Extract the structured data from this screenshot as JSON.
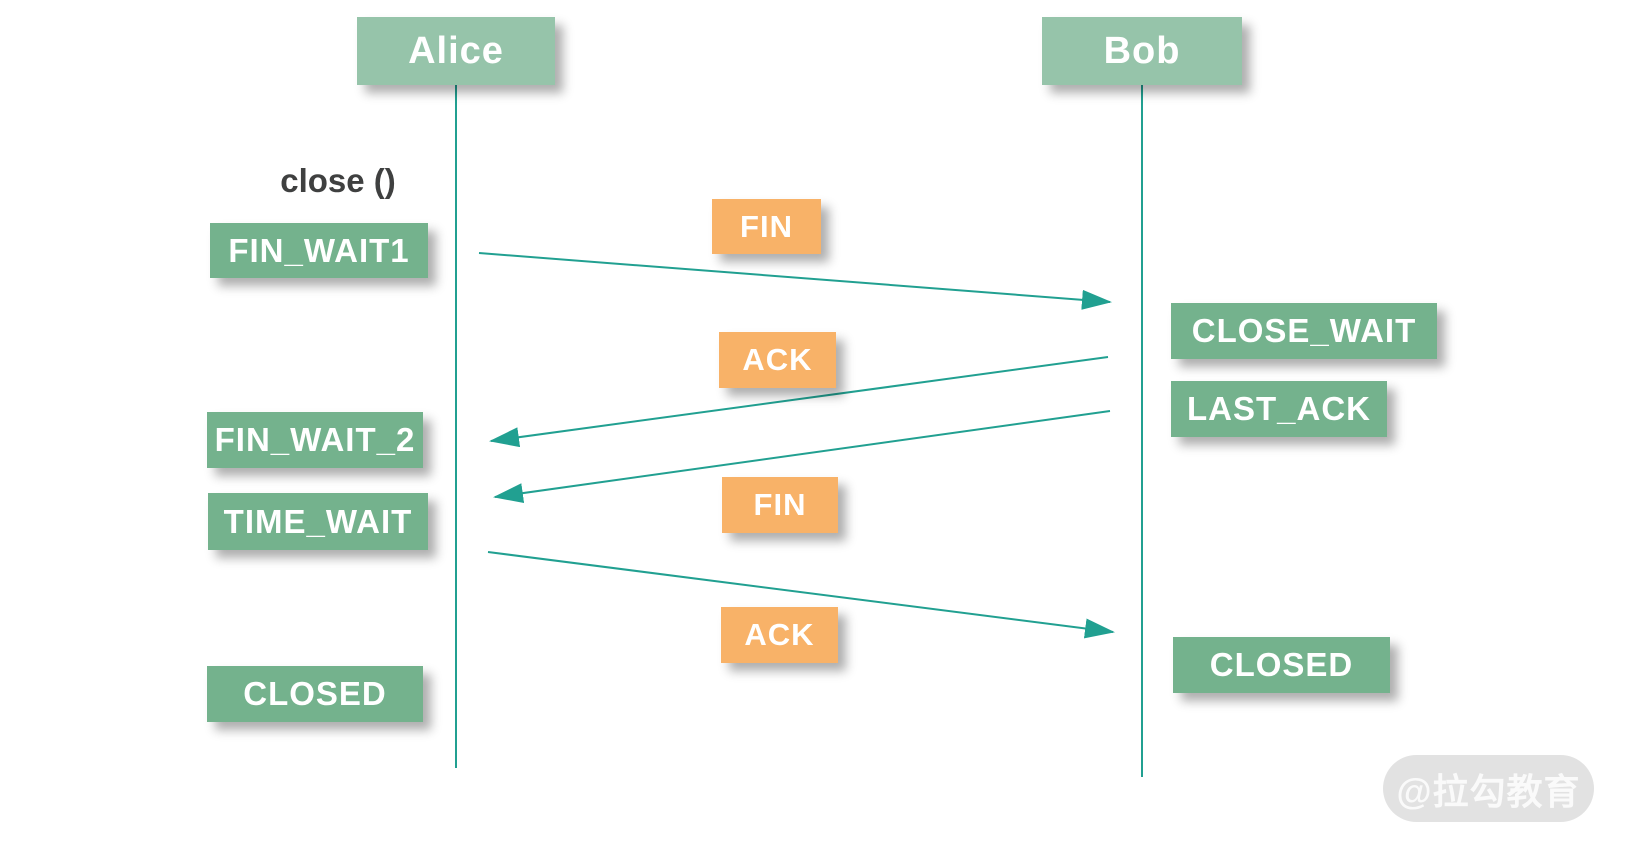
{
  "actors": [
    {
      "id": "alice",
      "label": "Alice"
    },
    {
      "id": "bob",
      "label": "Bob"
    }
  ],
  "annotation": {
    "label": "close ()"
  },
  "left_states": [
    {
      "label": "FIN_WAIT1"
    },
    {
      "label": "FIN_WAIT_2"
    },
    {
      "label": "TIME_WAIT"
    },
    {
      "label": "CLOSED"
    }
  ],
  "right_states": [
    {
      "label": "CLOSE_WAIT"
    },
    {
      "label": "LAST_ACK"
    },
    {
      "label": "CLOSED"
    }
  ],
  "messages": [
    {
      "label": "FIN",
      "from": "Alice",
      "to": "Bob"
    },
    {
      "label": "ACK",
      "from": "Bob",
      "to": "Alice"
    },
    {
      "label": "FIN",
      "from": "Bob",
      "to": "Alice"
    },
    {
      "label": "ACK",
      "from": "Alice",
      "to": "Bob"
    }
  ],
  "watermark": {
    "label": "@拉勾教育"
  },
  "colors": {
    "actor_green": "#96c4aa",
    "state_green": "#74b28d",
    "message_orange": "#f8b268",
    "line_teal": "#21a091",
    "text_white": "#ffffff",
    "annotation_gray": "#3f4040",
    "watermark_bg": "#e2e2e2",
    "watermark_text": "#fafafa"
  }
}
